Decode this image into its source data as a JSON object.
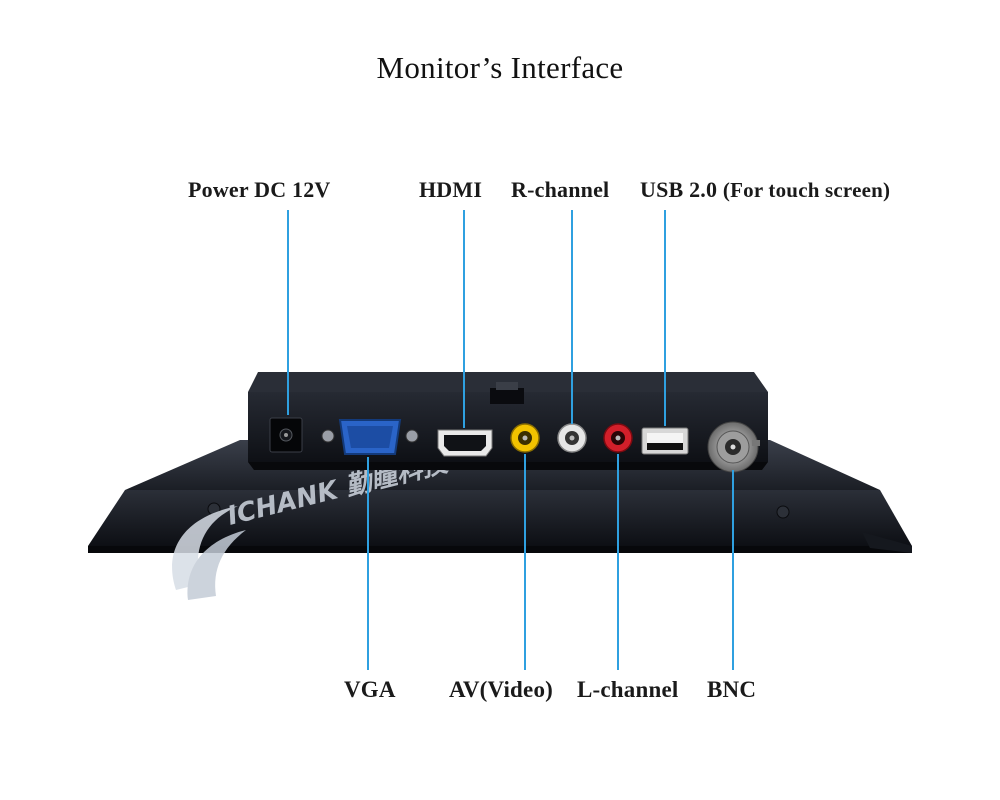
{
  "title": "Monitor’s Interface",
  "colors": {
    "leader_line": "#2fa0e0",
    "chassis": "#1c1f26",
    "panel": "#11141a",
    "vga_port": "#2a64c8",
    "av_video_port": "#f2c300",
    "r_channel_port": "#e6e6e6",
    "l_channel_port": "#d21f2a"
  },
  "watermark": "ICHANK 勤瞳科技",
  "labels_top": {
    "power": "Power DC 12V",
    "hdmi": "HDMI",
    "r_channel": "R-channel",
    "usb_main": "USB 2.0",
    "usb_note": "(For touch screen)"
  },
  "labels_bottom": {
    "vga": "VGA",
    "av_video": "AV(Video)",
    "l_channel": "L-channel",
    "bnc": "BNC"
  }
}
